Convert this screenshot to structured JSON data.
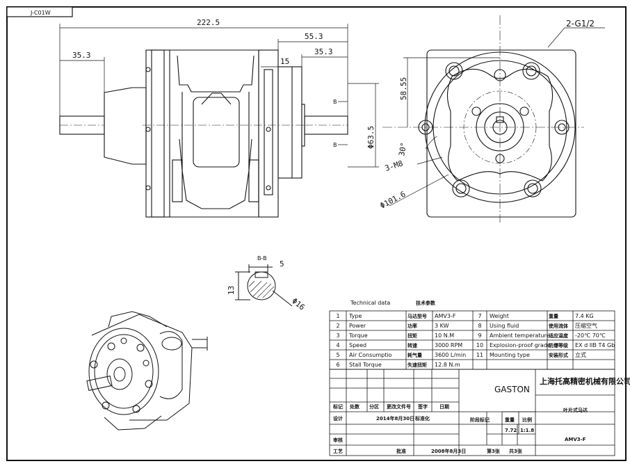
{
  "drawing": {
    "corner_code": "J-C01W",
    "dimensions": {
      "overall_length": "222.5",
      "left_shaft": "35.3",
      "right_section": "55.3",
      "right_shaft": "35.3",
      "flange_step": "15",
      "diameter_body": "Φ63.5",
      "height_centre": "58.55",
      "angle": "30°",
      "bolt_holes": "3-M8",
      "pitch_diameter": "Φ101.6",
      "port": "2-G1/2",
      "section_mark_a": "B",
      "section_mark_b": "B",
      "section_title": "B-B",
      "key_width": "5",
      "key_height": "13",
      "shaft_diameter": "Φ16"
    }
  },
  "technical": {
    "title_en": "Technical data",
    "title_cn": "技术参数",
    "rows": [
      {
        "n1": "1",
        "en1": "Type",
        "cn1": "马达型号",
        "v1": "AMV3-F",
        "n2": "7",
        "en2": "Weight",
        "cn2": "重量",
        "v2": "7.4 KG"
      },
      {
        "n1": "2",
        "en1": "Power",
        "cn1": "功率",
        "v1": "3 KW",
        "n2": "8",
        "en2": "Using fluid",
        "cn2": "使用流体",
        "v2": "压缩空气"
      },
      {
        "n1": "3",
        "en1": "Torque",
        "cn1": "扭矩",
        "v1": "10 N.M",
        "n2": "9",
        "en2": "Ambient temperature",
        "cn2": "适应温度",
        "v2": "-20℃ 70℃"
      },
      {
        "n1": "4",
        "en1": "Speed",
        "cn1": "转速",
        "v1": "3000 RPM",
        "n2": "10",
        "en2": "Explosion-proof grade",
        "cn2": "防爆等级",
        "v2": "EX d IIB T4 Gb"
      },
      {
        "n1": "5",
        "en1": "Air Consumptio",
        "cn1": "耗气量",
        "v1": "3600 L/min",
        "n2": "11",
        "en2": "Mounting type",
        "cn2": "安装形式",
        "v2": "立式"
      },
      {
        "n1": "6",
        "en1": "Stall Torque",
        "cn1": "失速扭矩",
        "v1": "12.8 N.m",
        "n2": "",
        "en2": "",
        "cn2": "",
        "v2": ""
      }
    ]
  },
  "title_block": {
    "brand": "GASTON",
    "company": "上海托高精密机械有限公司",
    "product_name": "叶片式马达",
    "model": "AMV3-F",
    "hdr_mark": "标记",
    "hdr_count": "处数",
    "hdr_zone": "分区",
    "hdr_change": "更改文件号",
    "hdr_sign": "签字",
    "hdr_date": "日期",
    "design": "设计",
    "design_date": "2014年8月30日",
    "standardize": "标准化",
    "stage_mark": "阶段标记",
    "weight": "重量",
    "scale": "比例",
    "weight_value": "7.72",
    "scale_value": "1:1.8",
    "review": "审核",
    "process": "工艺",
    "approve": "批准",
    "approve_date": "2008年8月3日",
    "sheet_no": "第3张",
    "sheet_total": "共3张"
  }
}
